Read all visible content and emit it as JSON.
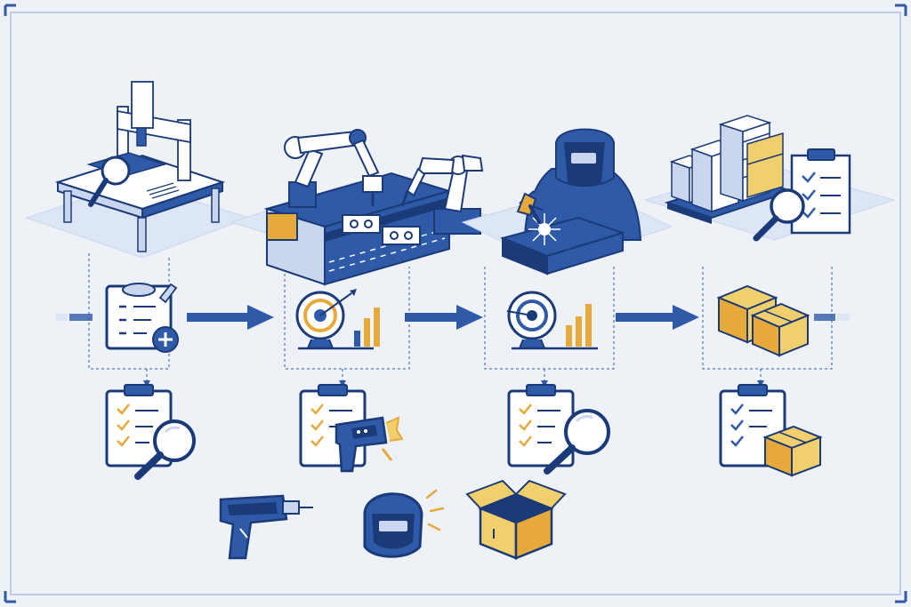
{
  "colors": {
    "background": "#eef2f7",
    "primary_blue": "#2f5aa8",
    "dark_navy": "#1b3a78",
    "light_blue": "#c9d6ee",
    "pale_blue": "#dde6f4",
    "accent_orange": "#e6a93a",
    "box_yellow": "#f1cf6c",
    "white": "#ffffff",
    "frame_border": "#9fb4d8"
  },
  "stages": [
    {
      "id": "inspection",
      "top_scene": "cmm-inspection-machine",
      "process_icon": "clipboard-add-icon",
      "qc_icon": "checklist-magnifier-icon"
    },
    {
      "id": "assembly",
      "top_scene": "robotic-assembly-line",
      "process_icon": "target-chart-icon",
      "qc_icon": "checklist-rivet-gun-icon"
    },
    {
      "id": "welding",
      "top_scene": "welder-at-workbench",
      "process_icon": "target-chart-icon",
      "qc_icon": "checklist-magnifier-icon"
    },
    {
      "id": "packaging",
      "top_scene": "palletized-boxes-inspection",
      "process_icon": "shipping-boxes-icon",
      "qc_icon": "checklist-box-icon"
    }
  ],
  "tools": [
    "drill-gun-icon",
    "welding-helmet-icon",
    "open-box-icon"
  ]
}
